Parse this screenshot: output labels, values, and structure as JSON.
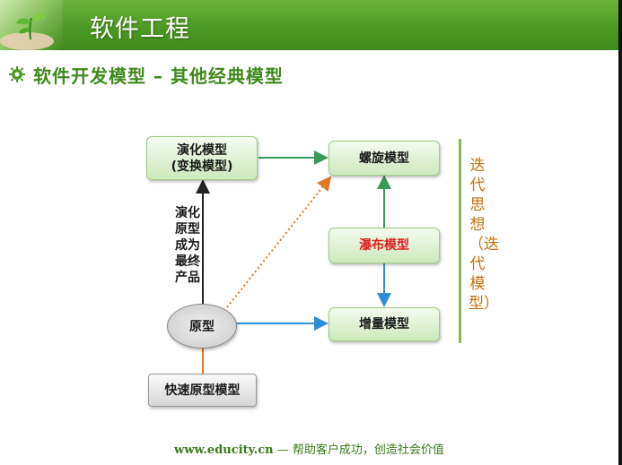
{
  "header": {
    "title": "软件工程"
  },
  "subtitle": "软件开发模型 – 其他经典模型",
  "nodes": {
    "evolution": "演化模型\n(变换模型)",
    "spiral": "螺旋模型",
    "waterfall": "瀑布模型",
    "incremental": "增量模型",
    "prototype": "原型",
    "rapid_prototype": "快速原型模型"
  },
  "edge_label": "演化原型成为最终产品",
  "side_label": "迭代思想（迭代模型）",
  "footer": {
    "url": "www.educity.cn",
    "dash": "—",
    "slogan": "帮助客户成功，创造社会价值"
  },
  "colors": {
    "green": "#4c9a24",
    "arrow_green": "#3a9a5a",
    "arrow_blue": "#2f8fd6",
    "arrow_orange": "#e0782a",
    "arrow_black": "#222222"
  }
}
